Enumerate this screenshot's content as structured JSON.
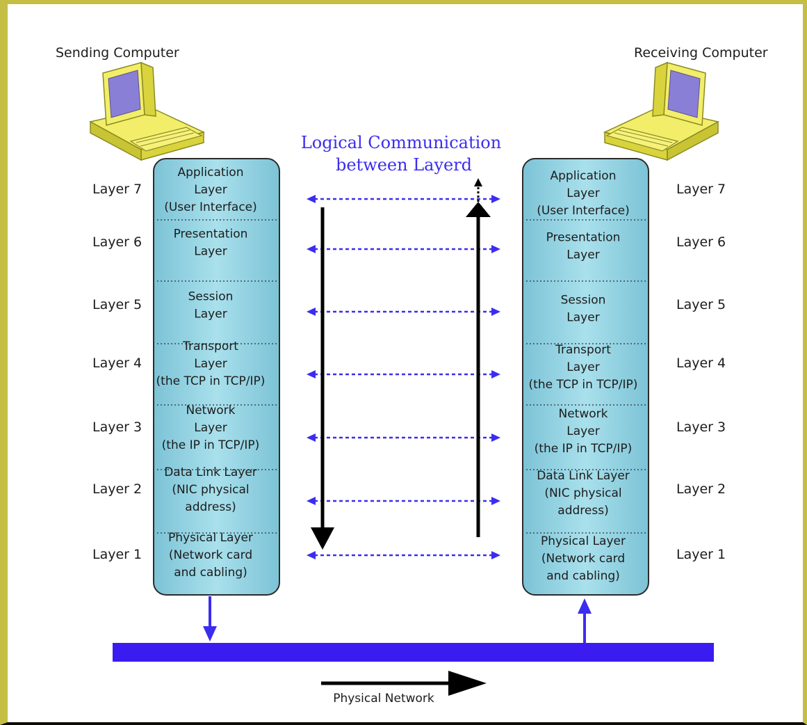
{
  "sending_computer": "Sending Computer",
  "receiving_computer": "Receiving Computer",
  "logical_communication": [
    "Logical Communication",
    "between Layerd"
  ],
  "physical_network": "Physical Network",
  "layer_labels": [
    "Layer 7",
    "Layer 6",
    "Layer 5",
    "Layer 4",
    "Layer 3",
    "Layer 2",
    "Layer 1"
  ],
  "layers": [
    [
      "Application",
      "Layer",
      "(User Interface)"
    ],
    [
      "Presentation",
      "Layer"
    ],
    [
      "Session",
      "Layer"
    ],
    [
      "Transport",
      "Layer",
      "(the TCP in TCP/IP)"
    ],
    [
      "Network",
      "Layer",
      "(the IP in TCP/IP)"
    ],
    [
      "Data Link Layer",
      "(NIC physical",
      "address)"
    ],
    [
      "Physical Layer",
      "(Network card",
      "and cabling)"
    ]
  ],
  "colors": {
    "frame": "#c4bf44",
    "stack_fill": "#8fd1e0",
    "arrow_blue": "#3b2df0",
    "network_bar": "#3a1cf0",
    "computer_yellow": "#f2ee6a",
    "screen_purple": "#8a7fd6"
  }
}
